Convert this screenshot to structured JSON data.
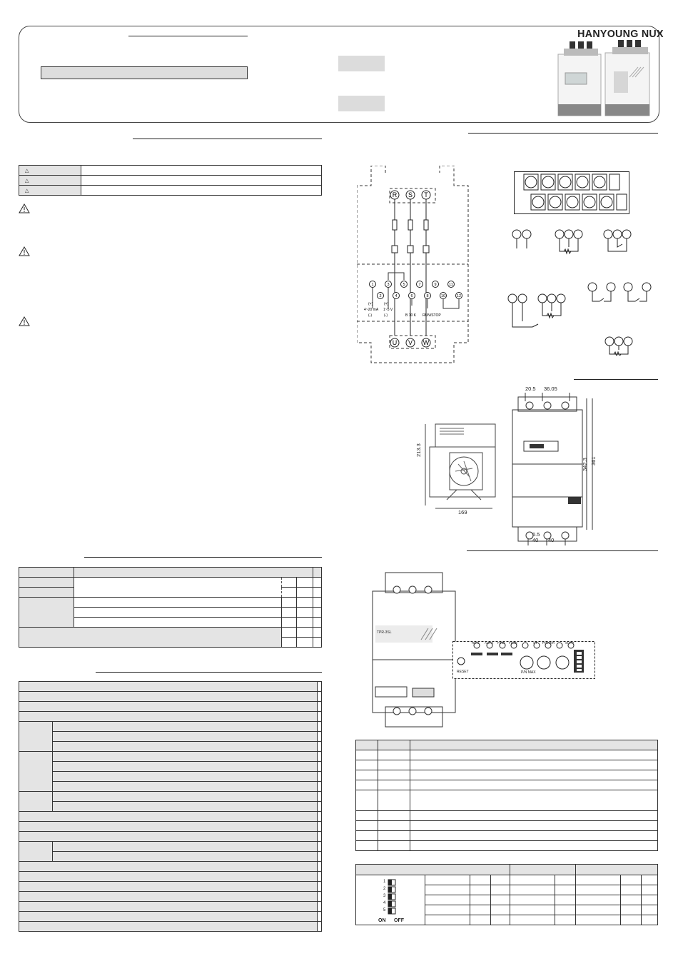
{
  "header": {
    "brand_name": "HANYOUNG NUX"
  },
  "dimensions": {
    "d_20_5": "20.5",
    "d_36_05": "36.05",
    "d_213_3": "213.3",
    "d_169": "169",
    "d_342_3": "342.3",
    "d_361": "361",
    "d_6_5": "6.5",
    "d_40a": "40",
    "d_40b": "40"
  },
  "wiring": {
    "phase_in": [
      "R",
      "S",
      "T"
    ],
    "phase_out": [
      "U",
      "V",
      "W"
    ],
    "terminals_top": [
      "1",
      "3",
      "5",
      "7",
      "9",
      "11"
    ],
    "terminals_bottom": [
      "2",
      "4",
      "6",
      "8",
      "10",
      "12"
    ],
    "label_ma": "4~20 mA",
    "label_v": "1~5 V",
    "label_b10k": "B 10 K",
    "label_runstop": "RUN/STOP",
    "plus": "(+)",
    "minus": "(-)"
  },
  "panel": {
    "leds": [
      "RUN",
      "AUTO",
      "FIRE",
      "FUSE",
      "",
      "ST",
      "POWER",
      "",
      "SUPP"
    ],
    "reset_label": "RESET",
    "knob_label": "P/N MAX",
    "unit_label": "TPR-3SL"
  },
  "dip_switch": {
    "numbers": [
      "1",
      "2",
      "3",
      "4",
      "5"
    ],
    "on_label": "ON",
    "off_label": "OFF"
  },
  "colors": {
    "ink": "#222222",
    "shade": "#e4e4e4",
    "grey_box": "#dcdcdc"
  }
}
